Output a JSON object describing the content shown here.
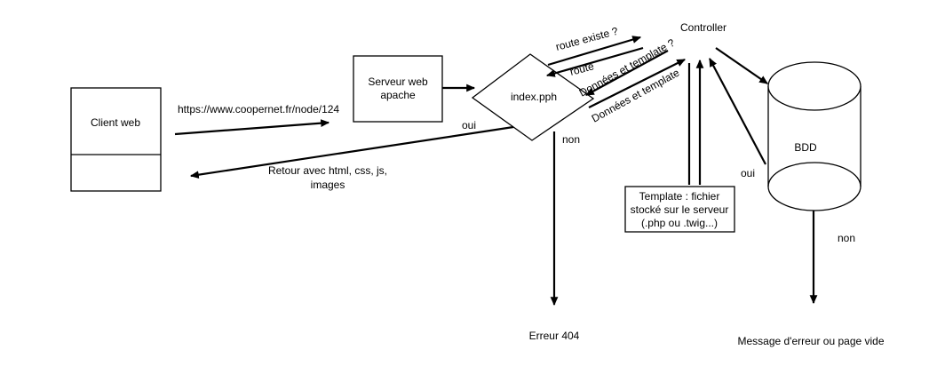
{
  "nodes": {
    "client_web": "Client web",
    "serveur_web_line1": "Serveur web",
    "serveur_web_line2": "apache",
    "index": "index.pph",
    "controller": "Controller",
    "bdd": "BDD",
    "template_line1": "Template : fichier",
    "template_line2": "stocké sur le serveur",
    "template_line3": "(.php ou .twig...)"
  },
  "edges": {
    "url": "https://www.coopernet.fr/node/124",
    "retour_line1": "Retour avec html, css, js,",
    "retour_line2": "images",
    "oui_index": "oui",
    "non_index": "non",
    "route_existe": "route existe ?",
    "route": "route",
    "donnees_template_q": "Données et template ?",
    "donnees_template": "Données et template",
    "oui_bdd": "oui",
    "non_bdd": "non"
  },
  "outcomes": {
    "erreur_404": "Erreur 404",
    "message_erreur": "Message d'erreur ou page vide"
  }
}
